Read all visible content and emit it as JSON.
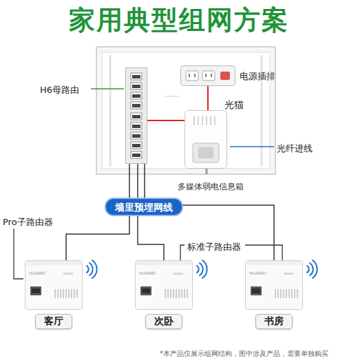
{
  "diagram": {
    "title": "家用典型组网方案",
    "nodes": [
      {
        "text": [
          "多媒体弱电信息箱"
        ]
      },
      {
        "text": [
          "H6母路由"
        ],
        "in": 0
      },
      {
        "text": [
          "电源插排"
        ],
        "in": 0
      },
      {
        "text": [
          "光猫"
        ],
        "in": 0
      },
      {
        "text": [
          "墙里预埋网线"
        ]
      },
      {
        "text": [
          "客厅"
        ]
      },
      {
        "text": [
          "次卧"
        ]
      },
      {
        "text": [
          "书房"
        ]
      }
    ],
    "edges": [
      {
        "from": 1,
        "to": 3,
        "arrow": "none"
      },
      {
        "from": 2,
        "to": 3,
        "arrow": "none"
      },
      {
        "from": 1,
        "to": 5,
        "arrow": "none"
      },
      {
        "from": 1,
        "to": 6,
        "arrow": "none"
      },
      {
        "from": 1,
        "to": 7,
        "arrow": "none"
      }
    ],
    "labels": [
      "Pro子路由器",
      "标准子路由器",
      "光纤进线",
      "HUAWEI",
      "HUAWEI",
      "HUAWEI",
      "*本产品仅展示组网结构，图中涉及产品，需要单独购买"
    ]
  }
}
